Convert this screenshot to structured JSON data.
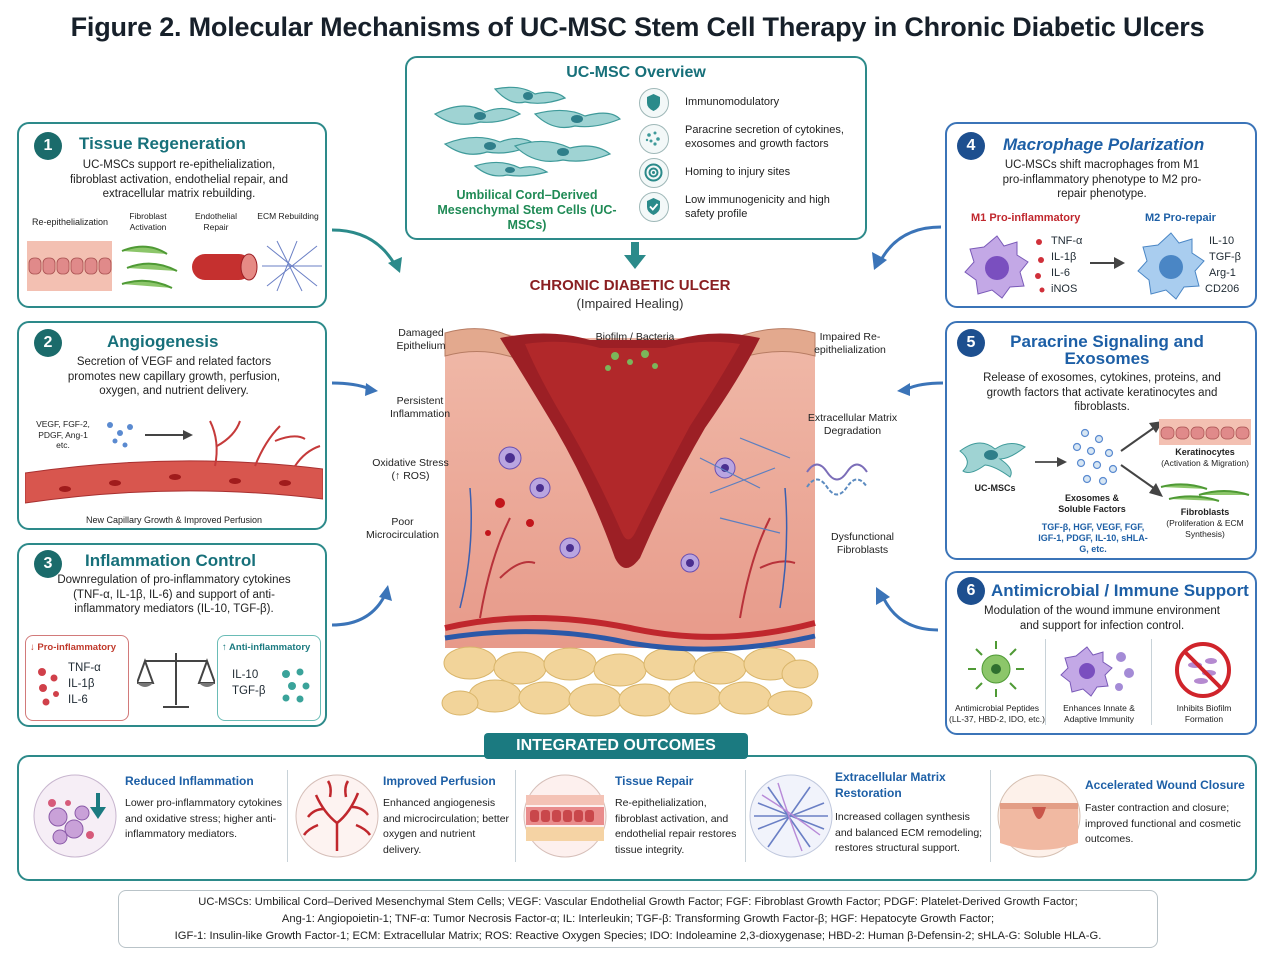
{
  "title": "Figure 2. Molecular Mechanisms of UC-MSC Stem Cell Therapy in Chronic Diabetic Ulcers",
  "overview": {
    "title": "UC-MSC Overview",
    "cell_label": "Umbilical Cord–Derived Mesenchymal Stem Cells (UC-MSCs)",
    "items": [
      {
        "icon": "shield-icon",
        "text": "Immunomodulatory"
      },
      {
        "icon": "dots-icon",
        "text": "Paracrine secretion of cytokines, exosomes and growth factors"
      },
      {
        "icon": "target-icon",
        "text": "Homing to injury sites"
      },
      {
        "icon": "shield-check-icon",
        "text": "Low immunogenicity and high safety profile"
      }
    ]
  },
  "center": {
    "title": "CHRONIC DIABETIC ULCER",
    "subtitle": "(Impaired Healing)",
    "labels": {
      "damaged": "Damaged Epithelium",
      "biofilm": "Biofilm / Bacteria",
      "impaired": "Impaired Re-epithelialization",
      "inflammation": "Persistent Inflammation",
      "ecm": "Extracellular Matrix Degradation",
      "oxidative": "Oxidative Stress (↑ ROS)",
      "micro": "Poor Microcirculation",
      "fibro": "Dysfunctional Fibroblasts"
    }
  },
  "p1": {
    "num": "1",
    "title": "Tissue Regeneration",
    "text": "UC-MSCs support re-epithelialization, fibroblast activation, endothelial repair, and extracellular matrix rebuilding.",
    "items": [
      "Re-epithelialization",
      "Fibroblast Activation",
      "Endothelial Repair",
      "ECM Rebuilding"
    ]
  },
  "p2": {
    "num": "2",
    "title": "Angiogenesis",
    "text": "Secretion of VEGF and related factors promotes new capillary growth, perfusion, oxygen, and nutrient delivery.",
    "factors": "VEGF, FGF-2, PDGF, Ang-1 etc.",
    "caption": "New Capillary Growth & Improved Perfusion"
  },
  "p3": {
    "num": "3",
    "title": "Inflammation Control",
    "text": "Downregulation of pro-inflammatory cytokines (TNF-α, IL-1β, IL-6) and support of anti-inflammatory mediators (IL-10, TGF-β).",
    "pro_title": "↓ Pro-inflammatory",
    "pro_items": [
      "TNF-α",
      "IL-1β",
      "IL-6"
    ],
    "anti_title": "↑ Anti-inflammatory",
    "anti_items": [
      "IL-10",
      "TGF-β"
    ]
  },
  "p4": {
    "num": "4",
    "title": "Macrophage Polarization",
    "text": "UC-MSCs shift macrophages from M1 pro-inflammatory phenotype to M2 pro-repair phenotype.",
    "m1_title": "M1 Pro-inflammatory",
    "m1_items": [
      "TNF-α",
      "IL-1β",
      "IL-6",
      "iNOS"
    ],
    "m2_title": "M2 Pro-repair",
    "m2_items": [
      "IL-10",
      "TGF-β",
      "Arg-1",
      "CD206"
    ]
  },
  "p5": {
    "num": "5",
    "title": "Paracrine Signaling and Exosomes",
    "text": "Release of exosomes, cytokines, proteins, and growth factors that activate keratinocytes and fibroblasts.",
    "ucmsc": "UC-MSCs",
    "exosomes": "Exosomes & Soluble Factors",
    "factors": "TGF-β, HGF, VEGF, FGF, IGF-1, PDGF, IL-10, sHLA-G, etc.",
    "kera_title": "Keratinocytes",
    "kera_sub": "(Activation & Migration)",
    "fibro_title": "Fibroblasts",
    "fibro_sub": "(Proliferation & ECM Synthesis)"
  },
  "p6": {
    "num": "6",
    "title": "Antimicrobial / Immune Support",
    "text": "Modulation of the wound immune environment and support for infection control.",
    "items": [
      "Antimicrobial Peptides (LL-37, HBD-2, IDO, etc.)",
      "Enhances Innate & Adaptive Immunity",
      "Inhibits Biofilm Formation"
    ]
  },
  "outcomes": {
    "header": "INTEGRATED OUTCOMES",
    "items": [
      {
        "title": "Reduced Inflammation",
        "text": "Lower pro-inflammatory cytokines and oxidative stress; higher anti-inflammatory mediators."
      },
      {
        "title": "Improved Perfusion",
        "text": "Enhanced angiogenesis and microcirculation; better oxygen and nutrient delivery."
      },
      {
        "title": "Tissue Repair",
        "text": "Re-epithelialization, fibroblast activation, and endothelial repair restores tissue integrity."
      },
      {
        "title": "Extracellular Matrix Restoration",
        "text": "Increased collagen synthesis and balanced ECM remodeling; restores structural support."
      },
      {
        "title": "Accelerated Wound Closure",
        "text": "Faster contraction and closure; improved functional and cosmetic outcomes."
      }
    ]
  },
  "legend": [
    "UC-MSCs: Umbilical Cord–Derived Mesenchymal Stem Cells; VEGF: Vascular Endothelial Growth Factor; FGF: Fibroblast Growth Factor; PDGF: Platelet-Derived Growth Factor;",
    "Ang-1: Angiopoietin-1; TNF-α: Tumor Necrosis Factor-α; IL: Interleukin; TGF-β: Transforming Growth Factor-β; HGF: Hepatocyte Growth Factor;",
    "IGF-1: Insulin-like Growth Factor-1; ECM: Extracellular Matrix; ROS: Reactive Oxygen Species; IDO: Indoleamine 2,3-dioxygenase; HBD-2: Human β-Defensin-2; sHLA-G: Soluble HLA-G."
  ],
  "colors": {
    "teal": "#2d8a8a",
    "blue": "#3b74b8",
    "red": "#c0392b",
    "wound": "#9c1f25"
  }
}
